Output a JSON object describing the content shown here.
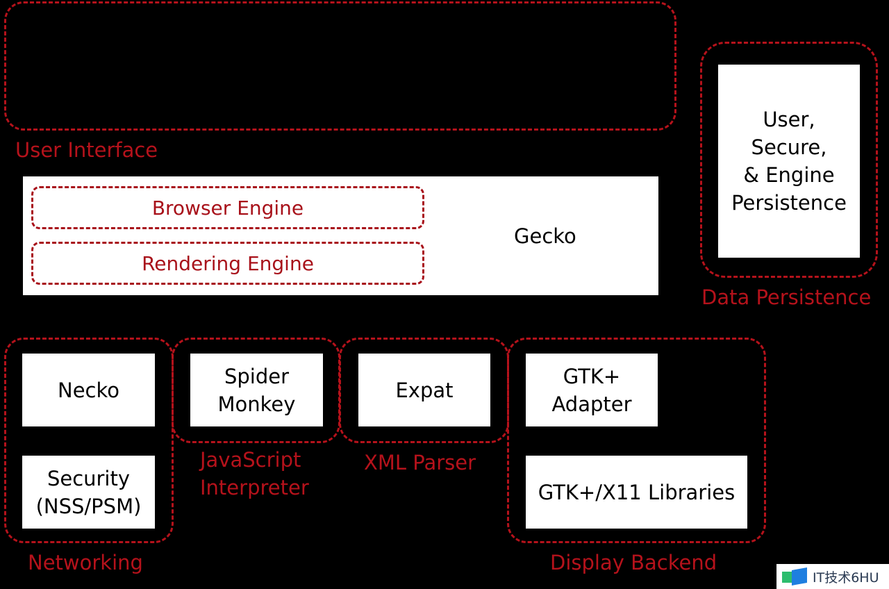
{
  "diagram": {
    "title": "Gecko browser architecture",
    "accent_color": "#b5121b",
    "user_interface": {
      "label": "User Interface"
    },
    "data_persistence": {
      "label": "Data Persistence",
      "box_text": "User,\nSecure,\n& Engine\nPersistence"
    },
    "gecko": {
      "label": "Gecko",
      "browser_engine": "Browser Engine",
      "rendering_engine": "Rendering Engine"
    },
    "networking": {
      "label": "Networking",
      "necko": "Necko",
      "security": "Security\n(NSS/PSM)"
    },
    "javascript": {
      "label": "JavaScript\nInterpreter",
      "box_text": "Spider\nMonkey"
    },
    "xml_parser": {
      "label": "XML Parser",
      "box_text": "Expat"
    },
    "display_backend": {
      "label": "Display Backend",
      "adapter": "GTK+\nAdapter",
      "libraries": "GTK+/X11 Libraries"
    }
  },
  "watermark": {
    "text": "IT技术6HU"
  }
}
